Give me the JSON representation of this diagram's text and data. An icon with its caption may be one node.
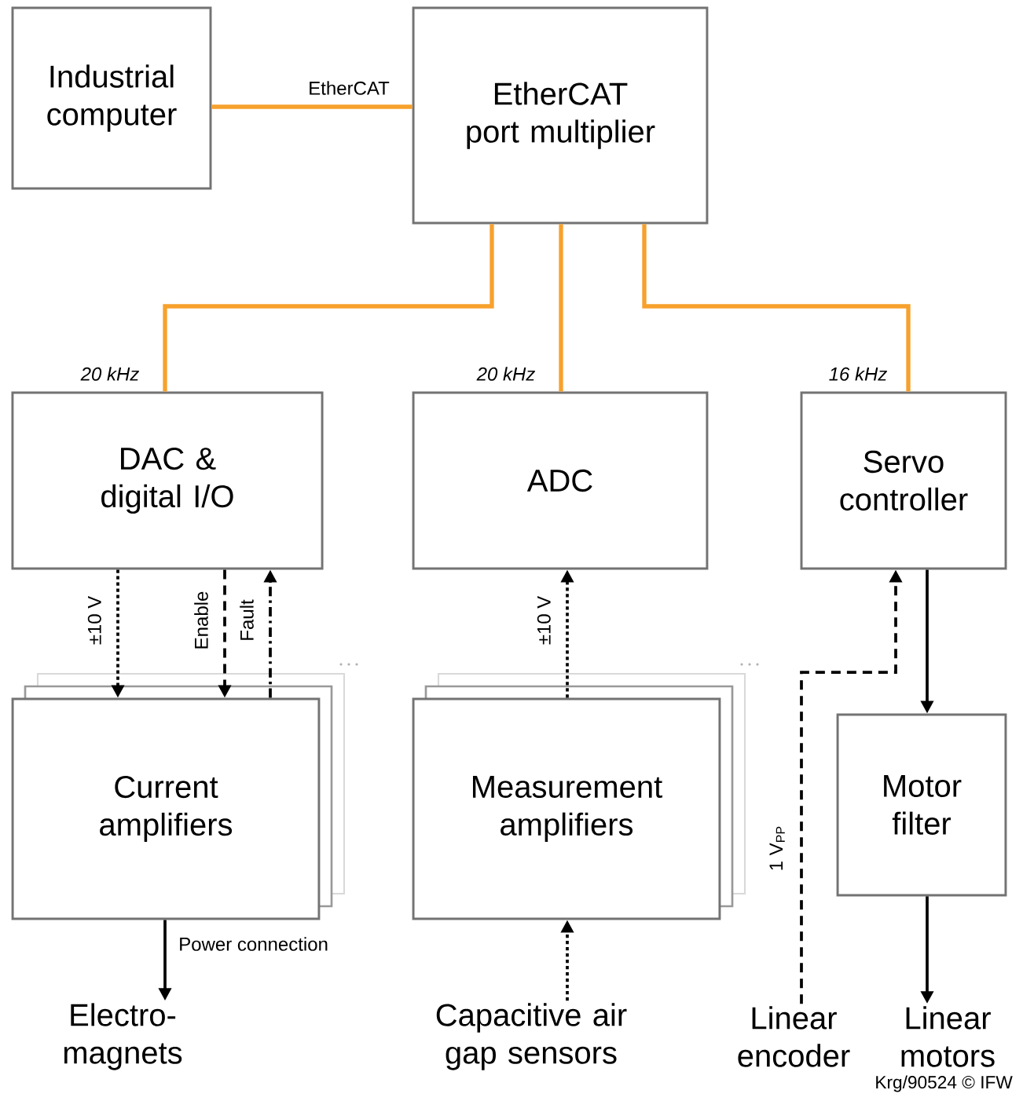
{
  "diagram": {
    "nodes": [
      {
        "text": [
          "Industrial computer"
        ]
      },
      {
        "text": [
          "EtherCAT port multiplier"
        ]
      },
      {
        "text": [
          "DAC & digital I/O"
        ],
        "beside": [
          "20 kHz"
        ]
      },
      {
        "text": [
          "ADC"
        ],
        "beside": [
          "20 kHz"
        ]
      },
      {
        "text": [
          "Servo controller"
        ],
        "beside": [
          "16 kHz"
        ]
      },
      {
        "text": [
          "Current amplifiers"
        ]
      },
      {
        "text": [
          "Measurement amplifiers"
        ]
      },
      {
        "text": [
          "Motor filter"
        ]
      },
      {
        "text": [
          "Electro-magnets"
        ]
      },
      {
        "text": [
          "Capacitive air gap sensors"
        ]
      },
      {
        "text": [
          "Linear encoder"
        ]
      },
      {
        "text": [
          "Linear motors"
        ]
      }
    ],
    "edges": [
      {
        "from": 0,
        "to": 1,
        "arrow": "none",
        "label": "EtherCAT",
        "color": "#f7a12c"
      },
      {
        "from": 1,
        "to": 2,
        "arrow": "none",
        "color": "#f7a12c"
      },
      {
        "from": 1,
        "to": 3,
        "arrow": "none",
        "color": "#f7a12c"
      },
      {
        "from": 1,
        "to": 4,
        "arrow": "none",
        "color": "#f7a12c"
      },
      {
        "from": 2,
        "to": 5,
        "arrow": "to",
        "label": "±10 V",
        "style": "dashed"
      },
      {
        "from": 2,
        "to": 5,
        "arrow": "to",
        "label": "Enable",
        "style": "dashed"
      },
      {
        "from": 5,
        "to": 2,
        "arrow": "to",
        "label": "Fault",
        "style": "dashed"
      },
      {
        "from": 6,
        "to": 3,
        "arrow": "to",
        "label": "±10 V",
        "style": "dashed"
      },
      {
        "from": 9,
        "to": 6,
        "arrow": "to",
        "style": "dashed"
      },
      {
        "from": 10,
        "to": 4,
        "arrow": "to",
        "label": "1 V$_{PP}$",
        "style": "dashed"
      },
      {
        "from": 4,
        "to": 7,
        "arrow": "to"
      },
      {
        "from": 7,
        "to": 11,
        "arrow": "to"
      },
      {
        "from": 5,
        "to": 8,
        "arrow": "to",
        "label": "Power connection"
      }
    ],
    "labels": [
      "Krg/90524 © IFW"
    ]
  }
}
